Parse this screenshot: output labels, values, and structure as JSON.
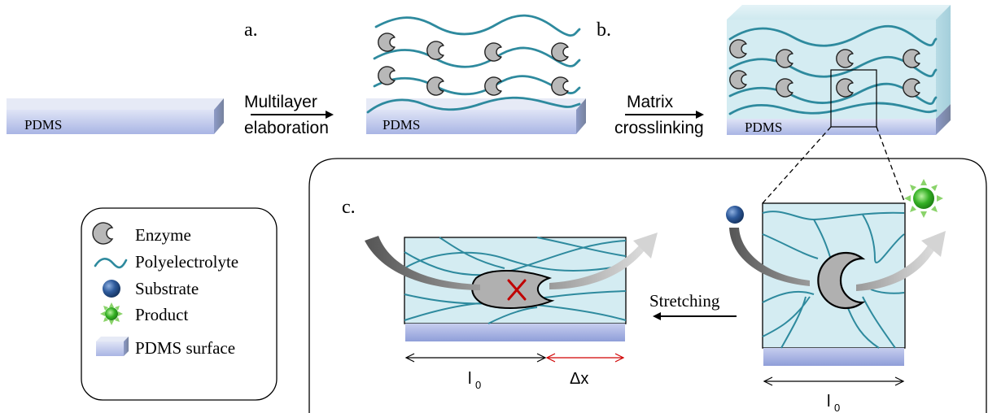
{
  "labels": {
    "step_a": "a.",
    "step_b": "b.",
    "step_c": "c.",
    "arrow_a_line1": "Multilayer",
    "arrow_a_line2": "elaboration",
    "arrow_b_line1": "Matrix",
    "arrow_b_line2": "crosslinking",
    "pdms": "PDMS",
    "stretching": "Stretching",
    "length_rest": "l",
    "length_rest_sub": "0",
    "delta_x": "Δx"
  },
  "legend": {
    "items": [
      {
        "icon": "enzyme-icon",
        "label": "Enzyme"
      },
      {
        "icon": "polyelectrolyte-icon",
        "label": "Polyelectrolyte"
      },
      {
        "icon": "substrate-icon",
        "label": "Substrate"
      },
      {
        "icon": "product-icon",
        "label": "Product"
      },
      {
        "icon": "pdms-surface-icon",
        "label": "PDMS surface"
      }
    ]
  },
  "colors": {
    "polymer": "#2e8a9e",
    "enzyme_fill": "#b8b8b8",
    "matrix": "#d4ecf2",
    "pdms_top": "#dfe4f5",
    "pdms_front": "#b9c3ea",
    "inhibited_cross": "#c00000",
    "delta_arrow": "#d00000"
  }
}
